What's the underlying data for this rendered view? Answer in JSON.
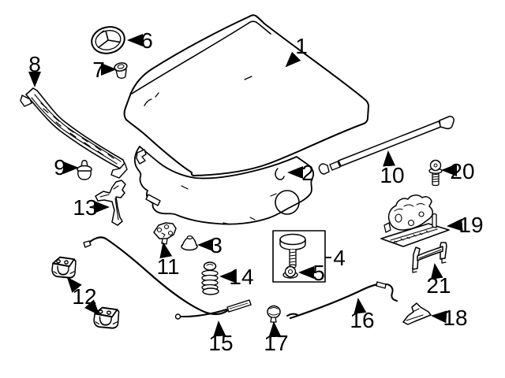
{
  "diagram": {
    "title": "hood-exploded-parts-diagram",
    "background": "#ffffff",
    "line_color": "#000000",
    "callouts": [
      {
        "label": "1"
      },
      {
        "label": "2"
      },
      {
        "label": "3"
      },
      {
        "label": "4"
      },
      {
        "label": "5"
      },
      {
        "label": "6"
      },
      {
        "label": "7"
      },
      {
        "label": "8"
      },
      {
        "label": "9"
      },
      {
        "label": "10"
      },
      {
        "label": "11"
      },
      {
        "label": "12"
      },
      {
        "label": "13"
      },
      {
        "label": "14"
      },
      {
        "label": "15"
      },
      {
        "label": "16"
      },
      {
        "label": "17"
      },
      {
        "label": "18"
      },
      {
        "label": "19"
      },
      {
        "label": "20"
      },
      {
        "label": "21"
      }
    ]
  }
}
